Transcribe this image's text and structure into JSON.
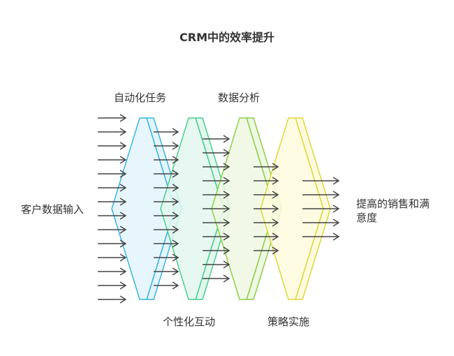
{
  "title": "CRM中的效率提升",
  "input_label": "客户数据输入",
  "output_label_line1": "提高的销售和满",
  "output_label_line2": "意度",
  "stages": [
    {
      "label": "自动化任务",
      "fill": "#e3f5fc",
      "stroke": "#39b5e0",
      "arrows_in": 14,
      "arrows_out": 12
    },
    {
      "label": "个性化互动",
      "fill": "#e2f7ee",
      "stroke": "#49cf8f",
      "arrows_in": 12,
      "arrows_out": 11
    },
    {
      "label": "数据分析",
      "fill": "#eef8e2",
      "stroke": "#8ccf49",
      "arrows_in": 11,
      "arrows_out": 7
    },
    {
      "label": "策略实施",
      "fill": "#fdfbde",
      "stroke": "#e2d53a",
      "arrows_in": 7,
      "arrows_out": 5
    }
  ],
  "colors": {
    "arrow": "#444444",
    "text": "#333333"
  }
}
